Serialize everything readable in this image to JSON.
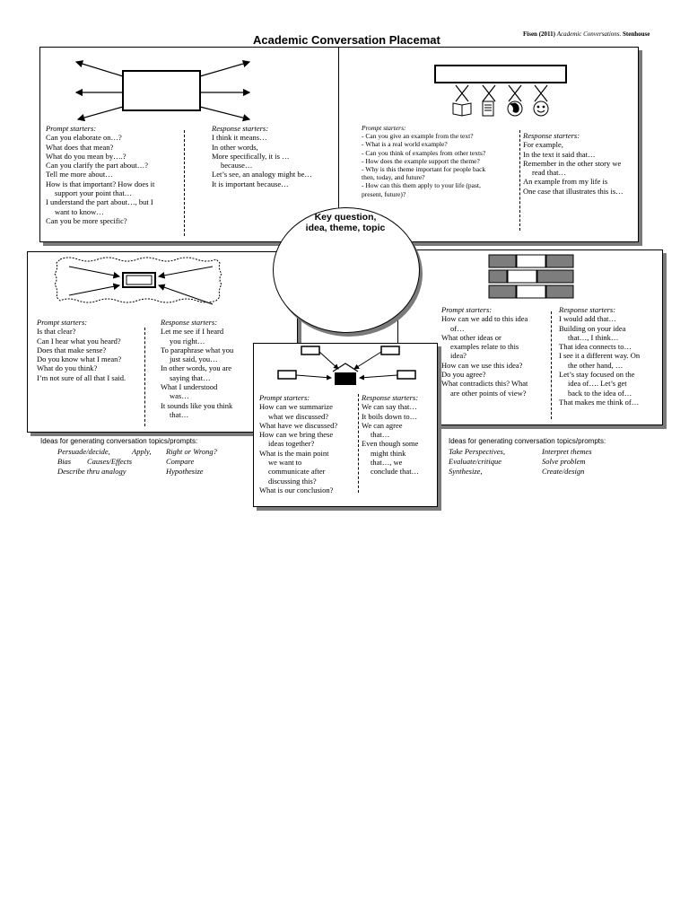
{
  "header": {
    "title": "Academic Conversation Placemat",
    "citation_author": "Fisen (2011)",
    "citation_work": "Academic Conversations.",
    "citation_publisher": "Stenhouse"
  },
  "center": {
    "key_line1": "Key question,",
    "key_line2": "idea, theme, topic"
  },
  "clarify": {
    "prompt_head": "Prompt starters:",
    "prompt_lines": [
      "Can you elaborate on…?",
      "What does that mean?",
      "What do you mean by….?",
      "Can you clarify the part about…?",
      "Tell me more about…",
      "How is that important? How does it",
      "  support your point that…",
      "I understand the part about…, but I",
      "  want to know…",
      "Can you be more specific?"
    ],
    "response_head": "Response starters:",
    "response_lines": [
      "I think it means…",
      "In other words,",
      "More specifically, it is …",
      "  because…",
      "Let’s see, an analogy might be…",
      "It is important because…"
    ]
  },
  "support": {
    "prompt_head": "Prompt starters:",
    "prompt_lines": [
      "-  Can you give an example from the text?",
      "- What is a real world example?",
      "- Can you think of examples from other texts?",
      "- How does the example support the theme?",
      "- Why is this theme important for people back",
      "then, today, and future?",
      "- How can this them apply to your life (past,",
      "present, future)?"
    ],
    "response_head": "Response starters:",
    "response_lines": [
      "For example,",
      "In the text it said that…",
      "Remember in the other story we",
      "  read that…",
      "An example from my life is",
      "One case that illustrates this is…"
    ]
  },
  "paraphrase": {
    "prompt_head": "Prompt starters:",
    "prompt_lines": [
      "Is that clear?",
      "Can I hear what you heard?",
      "Does that make sense?",
      "Do you know what I mean?",
      "What do you think?",
      "I’m not sure of all that I said."
    ],
    "response_head": "Response starters:",
    "response_lines": [
      "Let me see if I heard",
      "  you right…",
      "To paraphrase what you",
      "  just said, you…",
      "In other words, you are",
      "  saying that…",
      "What I understood",
      "  was…",
      "It sounds like you think",
      "  that…"
    ]
  },
  "build": {
    "prompt_head": "Prompt starters:",
    "prompt_lines": [
      "How can we add to this idea",
      "  of…",
      "What other ideas or",
      "  examples relate to this",
      "  idea?",
      "How can we use this idea?",
      "Do you agree?",
      "What contradicts this? What",
      "  are other points of view?"
    ],
    "response_head": "Response starters:",
    "response_lines": [
      "I would add that…",
      "Building on your idea",
      "  that…, I think…",
      "That idea connects to…",
      "I see it a different way. On",
      "  the other hand, …",
      "Let’s stay focused on the",
      "  idea of…. Let’s get",
      "  back to the idea of…",
      "That makes me think of…"
    ]
  },
  "synthesize": {
    "prompt_head": "Prompt starters:",
    "prompt_lines": [
      "How can we summarize",
      "  what we discussed?",
      "What have we discussed?",
      "How can we bring these",
      "  ideas together?",
      "What is the main point",
      "  we want to",
      "  communicate after",
      "  discussing this?",
      "What is our conclusion?"
    ],
    "response_head": "Response starters:",
    "response_lines": [
      "We can say that…",
      "It boils down to…",
      "We can agree",
      "  that…",
      "Even though some",
      "  might think",
      "  that…, we",
      "  conclude that…"
    ]
  },
  "ideas_left": {
    "head": "Ideas for generating conversation topics/prompts:",
    "items": [
      "Persuade/decide,",
      "Apply,",
      "Right or Wrong?",
      "Bias",
      "Causes/Effects",
      "Compare",
      "Describe thru analogy",
      "Hypothesize"
    ]
  },
  "ideas_right": {
    "head": "Ideas for generating conversation topics/prompts:",
    "items": [
      "Take Perspectives,",
      "Interpret themes",
      "Evaluate/critique",
      "Solve problem",
      "Synthesize,",
      "Create/design"
    ]
  }
}
